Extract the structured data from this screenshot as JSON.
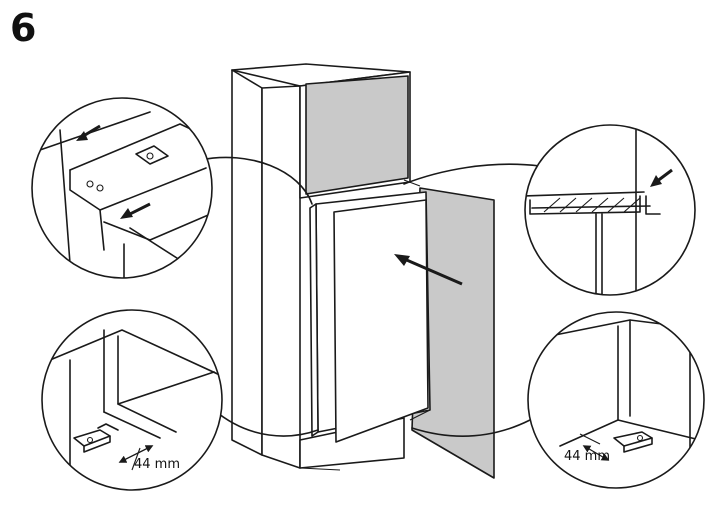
{
  "step": {
    "number": "6"
  },
  "dimensions": {
    "left_bottom": "44 mm",
    "right_bottom": "44 mm"
  },
  "colors": {
    "line": "#1a1a1a",
    "panel_grey": "#c9c9c9",
    "background": "#ffffff"
  },
  "icons": {
    "arrow": "push-arrow-icon",
    "double_arrow": "double-arrow-icon"
  }
}
